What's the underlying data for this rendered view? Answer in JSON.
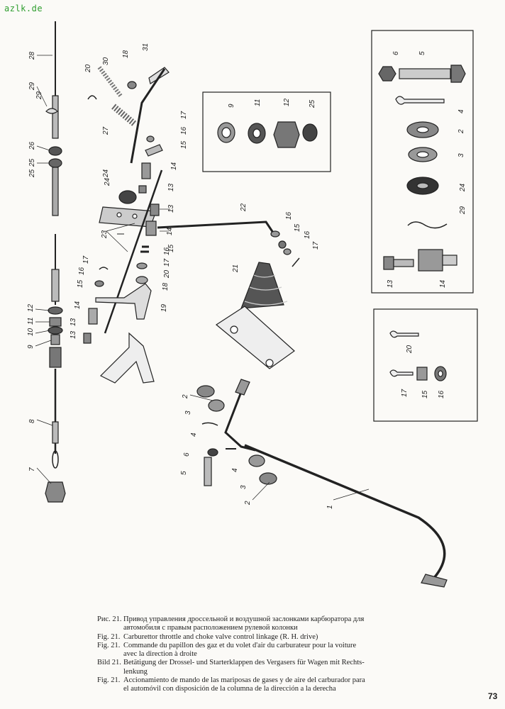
{
  "watermark": "azlk.de",
  "page_number": "73",
  "callouts": {
    "c1": "1",
    "c2a": "2",
    "c2b": "2",
    "c3a": "3",
    "c3b": "3",
    "c4a": "4",
    "c4b": "4",
    "c5": "5",
    "c6": "6",
    "c7": "7",
    "c8": "8",
    "c9": "9",
    "c10": "10",
    "c11": "11",
    "c12": "12",
    "c13a": "13",
    "c13b": "13",
    "c13c": "13",
    "c13d": "13",
    "c14a": "14",
    "c14b": "14",
    "c14c": "14",
    "c15a": "15",
    "c15b": "15",
    "c15c": "15",
    "c15d": "15",
    "c16a": "16",
    "c16b": "16",
    "c16c": "16",
    "c16d": "16",
    "c16e": "16",
    "c17a": "17",
    "c17b": "17",
    "c17c": "17",
    "c17d": "17",
    "c18a": "18",
    "c18b": "18",
    "c19": "19",
    "c20a": "20",
    "c20b": "20",
    "c21": "21",
    "c22": "22",
    "c23": "23",
    "c24a": "24",
    "c24b": "24",
    "c25a": "25",
    "c25b": "25",
    "c26": "26",
    "c27": "27",
    "c28": "28",
    "c29a": "29",
    "c29b": "29",
    "c30": "30",
    "c31": "31",
    "box1_9": "9",
    "box1_11": "11",
    "box1_12": "12",
    "box1_25": "25",
    "box2_6": "6",
    "box2_5": "5",
    "box2_4": "4",
    "box2_2": "2",
    "box2_3": "3",
    "box2_24": "24",
    "box2_29": "29",
    "box2_13": "13",
    "box2_14": "14",
    "box3_20": "20",
    "box3_17": "17",
    "box3_15": "15",
    "box3_16": "16"
  },
  "caption": {
    "ru_label": "Рис. 21.",
    "ru_text": "Привод управления дроссельной и воздушной заслонками карбюратора для",
    "ru_text2": "автомобиля с правым расположением рулевой колонки",
    "en_label": "Fig. 21.",
    "en_text": "Carburettor throttle and choke valve control linkage (R. H. drive)",
    "fr_label": "Fig. 21.",
    "fr_text": "Commande du papillon des gaz et du volet d'air du carburateur pour la voiture",
    "fr_text2": "avec la direction à droite",
    "de_label": "Bild 21.",
    "de_text": "Betätigung der Drossel- und Starterklappen des Vergasers für Wagen mit Rechts-",
    "de_text2": "lenkung",
    "es_label": "Fig. 21.",
    "es_text": "Accionamiento de mando de las mariposas de gases y de aire del carburador para",
    "es_text2": "el automóvil con disposición de la columna de la dirección a la derecha"
  }
}
